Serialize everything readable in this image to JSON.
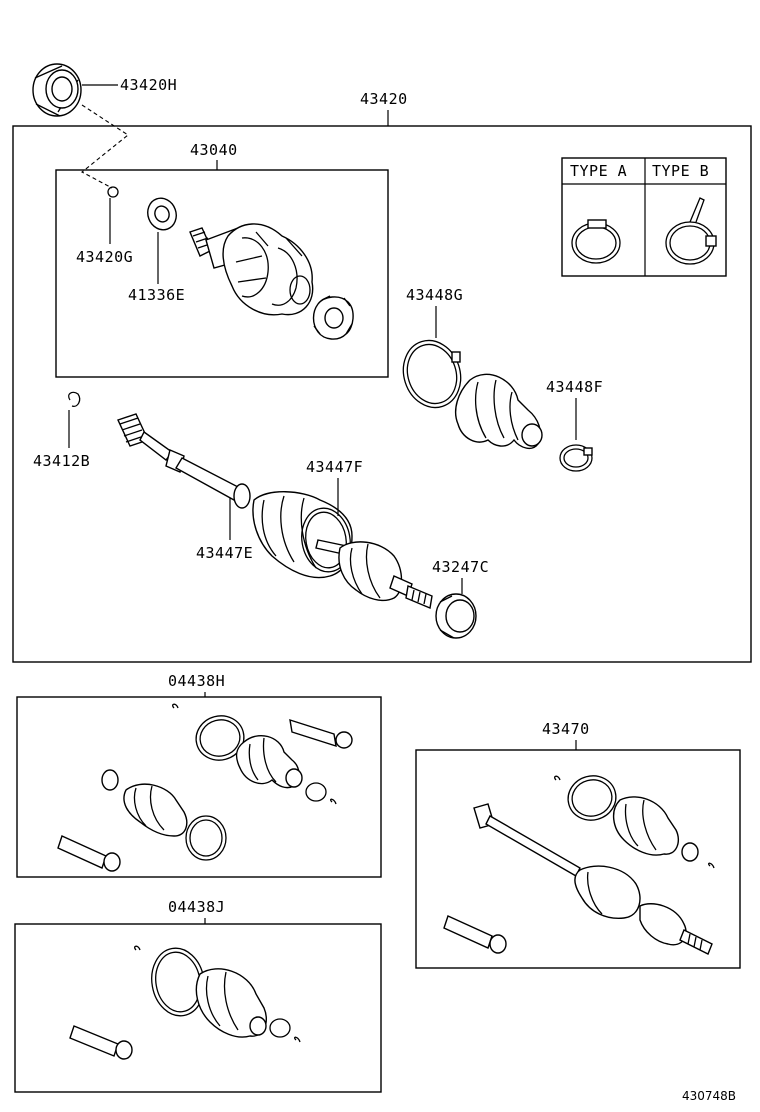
{
  "labels": {
    "p43420H": "43420H",
    "p43420": "43420",
    "p43040": "43040",
    "p43420G": "43420G",
    "p41336E": "41336E",
    "p43448G": "43448G",
    "p43448F": "43448F",
    "p43412B": "43412B",
    "p43447F": "43447F",
    "p43447E": "43447E",
    "p43247C": "43247C",
    "p04438H": "04438H",
    "p43470": "43470",
    "p04438J": "04438J"
  },
  "types": {
    "a": "TYPE  A",
    "b": "TYPE  B"
  },
  "figure_id": "430748B"
}
